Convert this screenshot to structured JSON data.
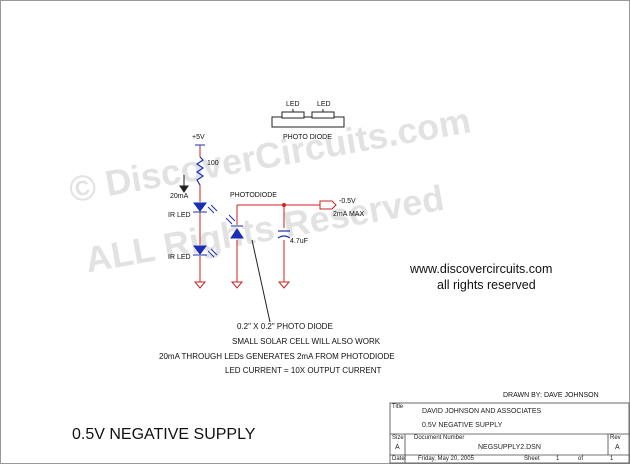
{
  "watermark": {
    "line1": "© DiscoverCircuits.com",
    "line2": "ALL Rights Reserved",
    "color": "#969696"
  },
  "led_pair_label_1": "LED",
  "led_pair_label_2": "LED",
  "photo_diode_label": "PHOTO DIODE",
  "supply_label": "+5V",
  "resistor_label": "100",
  "current_label": "20mA",
  "ir_led_1_label": "IR LED",
  "ir_led_2_label": "IR LED",
  "photodiode_label": "PHOTODIODE",
  "capacitor_label": "4.7uF",
  "output_voltage_label": "-0.5V",
  "output_current_label": "2mA MAX",
  "site_url": "www.discovercircuits.com",
  "rights_text": "all rights reserved",
  "notes": [
    "0.2\" X 0.2\" PHOTO DIODE",
    "SMALL SOLAR CELL WILL ALSO WORK",
    "20mA THROUGH LEDs GENERATES 2mA FROM PHOTODIODE",
    "LED CURRENT = 10X OUTPUT CURRENT"
  ],
  "drawn_by": "DRAWN BY:  DAVE JOHNSON",
  "circuit_title": "0.5V NEGATIVE SUPPLY",
  "title_block": {
    "title_caption": "Title",
    "company": "DAVID JOHNSON AND ASSOCIATES",
    "title_value": "0.5V NEGATIVE SUPPLY",
    "size_caption": "Size",
    "size_value": "A",
    "doc_caption": "Document Number",
    "doc_value": "NEGSUPPLY2.DSN",
    "rev_caption": "Rev",
    "rev_value": "A",
    "date_caption": "Date:",
    "date_value": "Friday, May 20, 2005",
    "sheet_caption": "Sheet",
    "sheet_value": "1",
    "of_caption": "of",
    "of_value": "1"
  },
  "colors": {
    "wire": "#cc2222",
    "component": "#1a2fb5",
    "text": "#111111"
  }
}
